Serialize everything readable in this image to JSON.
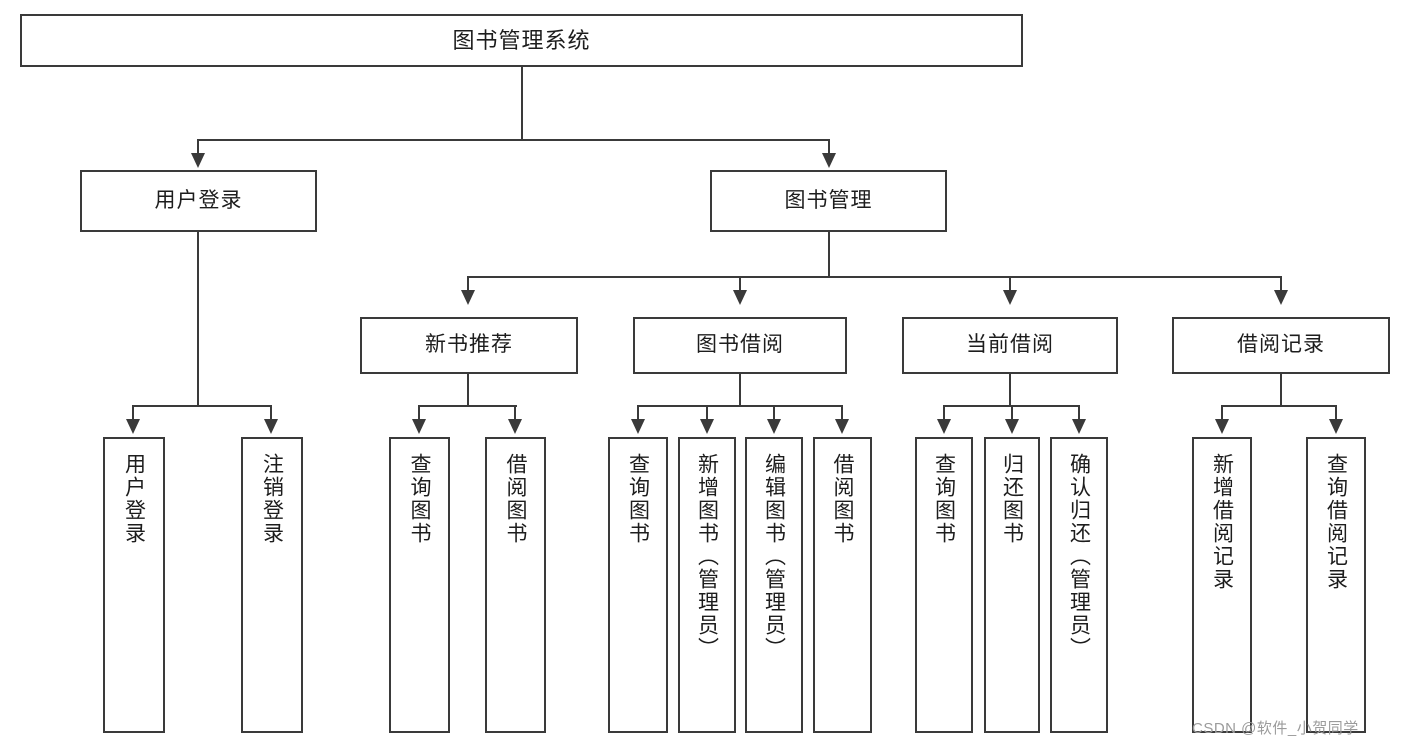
{
  "diagram": {
    "type": "tree-hierarchy-flowchart",
    "title": "图书管理系统",
    "root": {
      "label": "图书管理系统"
    },
    "level2": [
      {
        "id": "user-login",
        "label": "用户登录"
      },
      {
        "id": "book-management",
        "label": "图书管理"
      }
    ],
    "level3": [
      {
        "id": "new-book-recommend",
        "label": "新书推荐",
        "parent": "book-management"
      },
      {
        "id": "book-borrow",
        "label": "图书借阅",
        "parent": "book-management"
      },
      {
        "id": "current-borrow",
        "label": "当前借阅",
        "parent": "book-management"
      },
      {
        "id": "borrow-record",
        "label": "借阅记录",
        "parent": "book-management"
      }
    ],
    "leaves": [
      {
        "id": "leaf-user-login",
        "label": "用户登录",
        "parent": "user-login"
      },
      {
        "id": "leaf-logout-login",
        "label": "注销登录",
        "parent": "user-login"
      },
      {
        "id": "leaf-query-book-1",
        "label": "查询图书",
        "parent": "new-book-recommend"
      },
      {
        "id": "leaf-borrow-book-1",
        "label": "借阅图书",
        "parent": "new-book-recommend"
      },
      {
        "id": "leaf-query-book-2",
        "label": "查询图书",
        "parent": "book-borrow"
      },
      {
        "id": "leaf-add-book",
        "label": "新增图书（管理员）",
        "parent": "book-borrow"
      },
      {
        "id": "leaf-edit-book",
        "label": "编辑图书（管理员）",
        "parent": "book-borrow"
      },
      {
        "id": "leaf-borrow-book-2",
        "label": "借阅图书",
        "parent": "book-borrow"
      },
      {
        "id": "leaf-query-book-3",
        "label": "查询图书",
        "parent": "current-borrow"
      },
      {
        "id": "leaf-return-book",
        "label": "归还图书",
        "parent": "current-borrow"
      },
      {
        "id": "leaf-confirm-return",
        "label": "确认归还（管理员）",
        "parent": "current-borrow"
      },
      {
        "id": "leaf-add-record",
        "label": "新增借阅记录",
        "parent": "borrow-record"
      },
      {
        "id": "leaf-query-record",
        "label": "查询借阅记录",
        "parent": "borrow-record"
      }
    ]
  },
  "watermark": {
    "text": "CSDN @软件_小贺同学"
  },
  "colors": {
    "stroke": "#3a3a3a",
    "text": "#1d1d1d",
    "background": "#ffffff",
    "watermark": "#9b9b9b"
  }
}
